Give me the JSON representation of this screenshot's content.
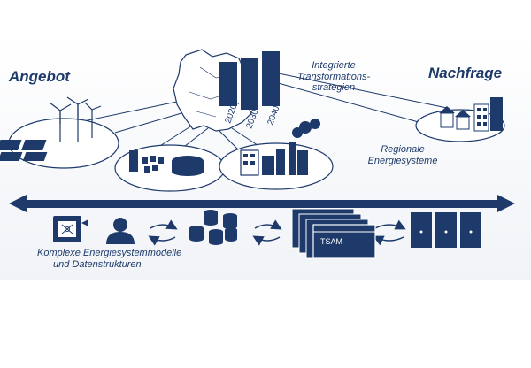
{
  "labels": {
    "supply": "Angebot",
    "demand": "Nachfrage",
    "strategies": "Integrierte Transformations- strategien",
    "strategies_lines": [
      "Integrierte",
      "Transformations-",
      "strategien"
    ],
    "regional": "Regionale Energiesysteme",
    "regional_lines": [
      "Regionale",
      "Energiesysteme"
    ],
    "models": "Komplexe Energiesystemmodelle und Datenstrukturen",
    "models_lines": [
      "Komplexe Energiesystemmodelle",
      "und Datenstrukturen"
    ],
    "tsam": "TSAM"
  },
  "years": [
    "2020",
    "2030",
    "2040"
  ],
  "colors": {
    "navy": "#1d3a6b",
    "ellipse_fill": "#ffffff",
    "band_bottom": "#f1f3f7"
  },
  "icons": [
    "solar-wind-icon",
    "biogas-plant-icon",
    "power-plant-icon",
    "residential-buildings-icon",
    "germany-map-icon",
    "bar-chart-icon",
    "circuit-board-icon",
    "person-icon",
    "database-icon",
    "server-rack-icon",
    "cycle-arrows-icon",
    "double-arrow-icon"
  ]
}
